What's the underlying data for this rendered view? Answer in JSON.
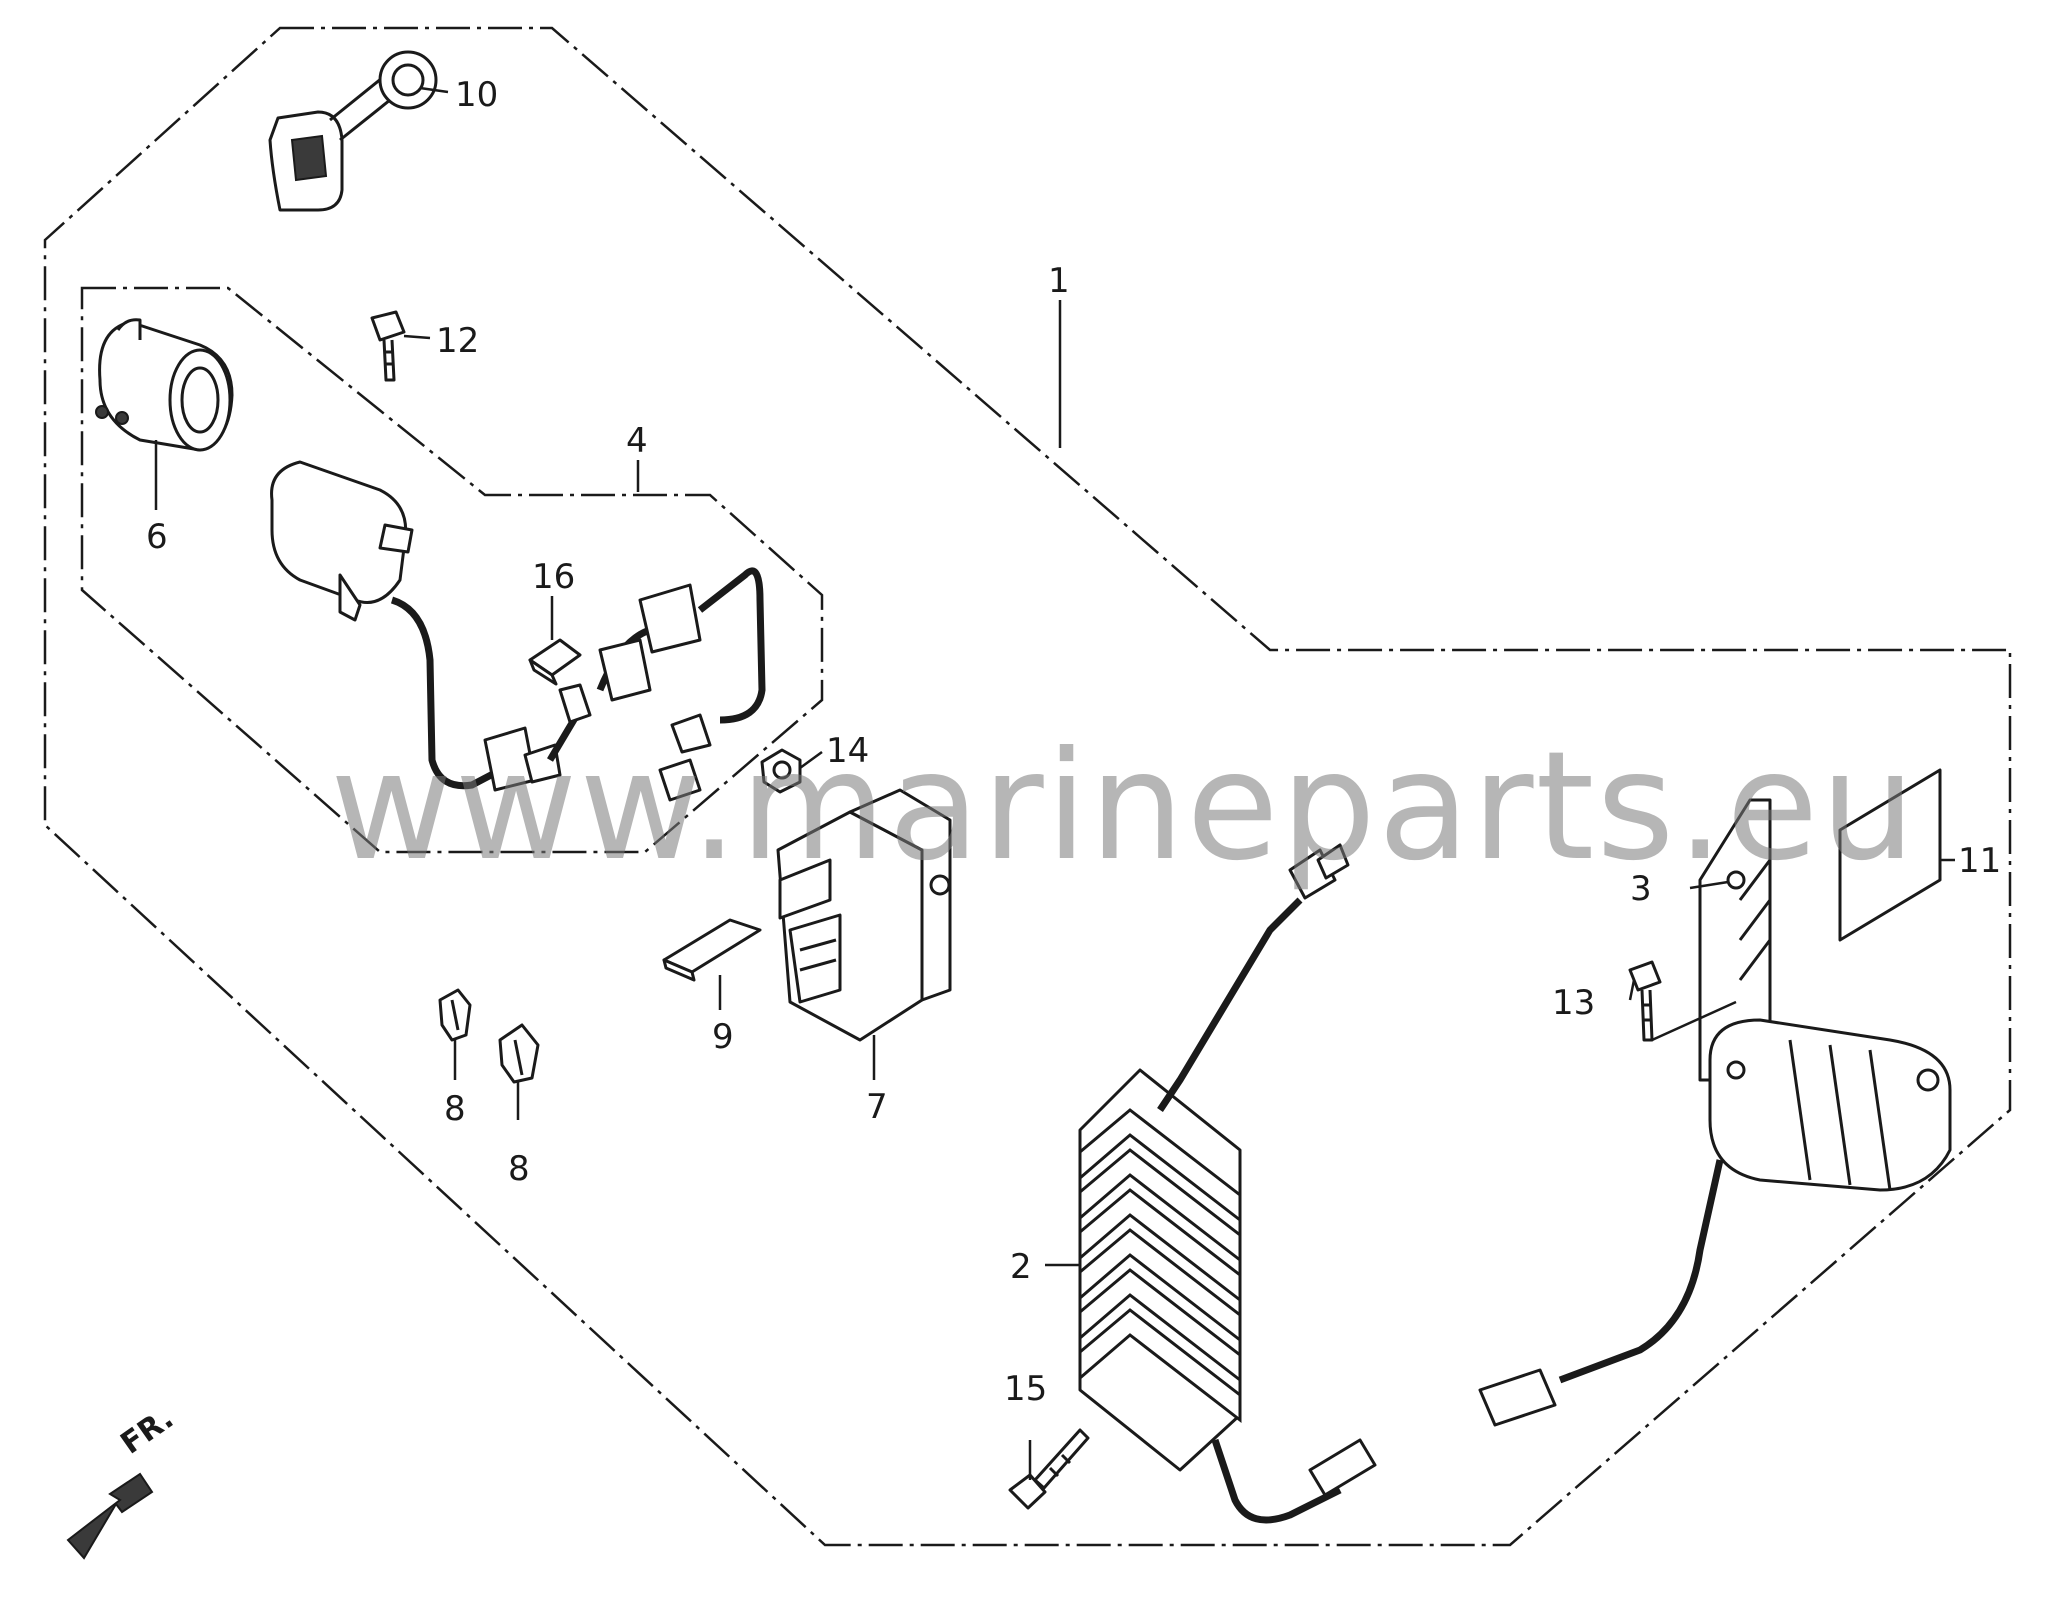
{
  "watermark": "www.marineparts.eu",
  "direction_label": "FR.",
  "callouts": {
    "c1": "1",
    "c2": "2",
    "c3": "3",
    "c4": "4",
    "c6": "6",
    "c7": "7",
    "c8a": "8",
    "c8b": "8",
    "c9": "9",
    "c10": "10",
    "c11": "11",
    "c12": "12",
    "c13": "13",
    "c14": "14",
    "c15": "15",
    "c16": "16"
  }
}
